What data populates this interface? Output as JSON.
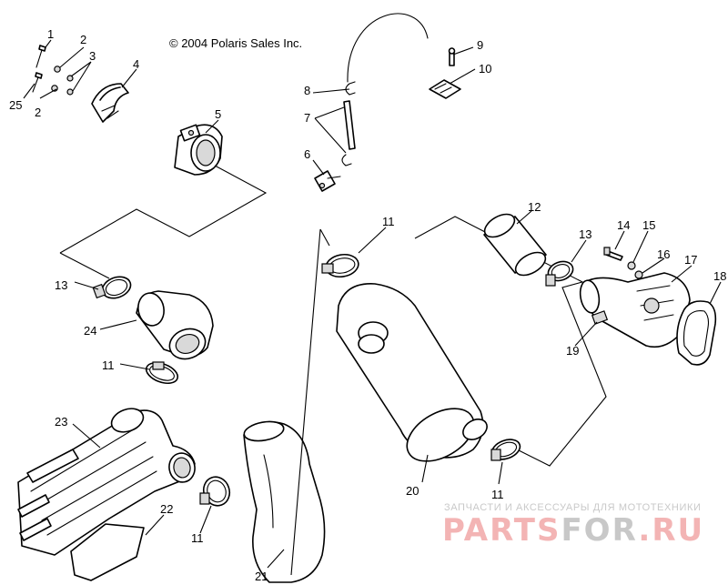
{
  "copyright": "© 2004 Polaris Sales Inc.",
  "callouts": {
    "c1": "1",
    "c2a": "2",
    "c2b": "2",
    "c3": "3",
    "c4": "4",
    "c5": "5",
    "c6": "6",
    "c7": "7",
    "c8": "8",
    "c9": "9",
    "c10": "10",
    "c11a": "11",
    "c11b": "11",
    "c11c": "11",
    "c11d": "11",
    "c12": "12",
    "c13a": "13",
    "c13b": "13",
    "c14": "14",
    "c15": "15",
    "c16": "16",
    "c17": "17",
    "c18": "18",
    "c19": "19",
    "c20": "20",
    "c21": "21",
    "c22": "22",
    "c23": "23",
    "c24": "24",
    "c25": "25"
  },
  "watermark": {
    "tagline": "ЗАПЧАСТИ И АКСЕССУАРЫ ДЛЯ МОТОТЕХНИКИ",
    "brand_a": "PARTS",
    "brand_b": "FOR",
    "brand_c": ".RU",
    "pink": "#f3b4b4",
    "gray": "#c8c8c8"
  }
}
